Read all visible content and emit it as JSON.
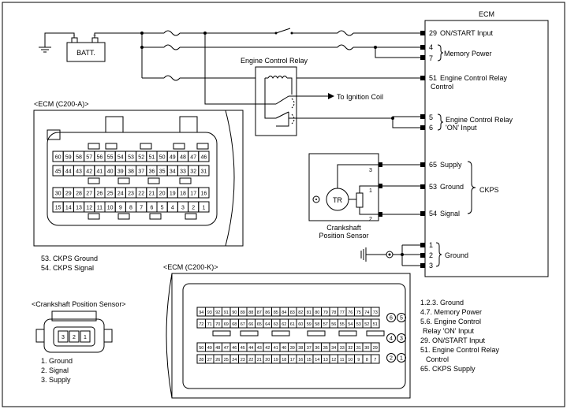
{
  "ecm": {
    "title": "ECM",
    "pins": [
      {
        "num": "29",
        "label": "ON/START Input"
      },
      {
        "num": "4",
        "label": ""
      },
      {
        "num": "7",
        "label": ""
      },
      {
        "num": "51",
        "label": "Engine Control Relay"
      },
      {
        "num": "5",
        "label": ""
      },
      {
        "num": "6",
        "label": ""
      },
      {
        "num": "65",
        "label": "Supply"
      },
      {
        "num": "53",
        "label": "Ground"
      },
      {
        "num": "54",
        "label": "Signal"
      },
      {
        "num": "1",
        "label": ""
      },
      {
        "num": "2",
        "label": "Ground"
      },
      {
        "num": "3",
        "label": ""
      }
    ],
    "memory_power": "Memory Power",
    "relay_line2": "Control",
    "relay_on_line1": "Engine Control Relay",
    "relay_on_line2": "'ON' Input",
    "on_pin5": "5",
    "on_pin6": "6",
    "ckps": "CKPS"
  },
  "battery": {
    "label": "BATT.",
    "neg": "-",
    "pos": "+"
  },
  "relay": {
    "title": "Engine Control Relay"
  },
  "ignition": {
    "label": "To Ignition Coil"
  },
  "sensor": {
    "title_line1": "Crankshaft",
    "title_line2": "Position Sensor",
    "element": "TR",
    "pin3": "3",
    "pin1": "1",
    "pin2": "2"
  },
  "connector_a": {
    "title": "<ECM (C200-A)>",
    "rows": [
      [
        "60",
        "59",
        "58",
        "57",
        "56",
        "55",
        "54",
        "53",
        "52",
        "51",
        "50",
        "49",
        "48",
        "47",
        "46"
      ],
      [
        "45",
        "44",
        "43",
        "42",
        "41",
        "40",
        "39",
        "38",
        "37",
        "36",
        "35",
        "34",
        "33",
        "32",
        "31"
      ],
      [
        "30",
        "29",
        "28",
        "27",
        "26",
        "25",
        "24",
        "23",
        "22",
        "21",
        "20",
        "19",
        "18",
        "17",
        "16"
      ],
      [
        "15",
        "14",
        "13",
        "12",
        "11",
        "10",
        "9",
        "8",
        "7",
        "6",
        "5",
        "4",
        "3",
        "2",
        "1"
      ]
    ],
    "notes": [
      "53. CKPS Ground",
      "54. CKPS Signal"
    ]
  },
  "connector_k": {
    "title": "<ECM (C200-K)>",
    "rows": [
      [
        "94",
        "93",
        "92",
        "91",
        "90",
        "89",
        "88",
        "87",
        "86",
        "85",
        "84",
        "83",
        "82",
        "81",
        "80",
        "79",
        "78",
        "77",
        "76",
        "75",
        "74",
        "73"
      ],
      [
        "72",
        "71",
        "70",
        "69",
        "68",
        "67",
        "66",
        "65",
        "64",
        "63",
        "62",
        "61",
        "60",
        "59",
        "58",
        "57",
        "56",
        "55",
        "54",
        "53",
        "52",
        "51"
      ],
      [
        "50",
        "49",
        "48",
        "47",
        "46",
        "45",
        "44",
        "43",
        "42",
        "41",
        "40",
        "39",
        "38",
        "37",
        "36",
        "35",
        "34",
        "33",
        "32",
        "31",
        "30",
        "29"
      ],
      [
        "28",
        "27",
        "26",
        "25",
        "24",
        "23",
        "22",
        "21",
        "20",
        "19",
        "18",
        "17",
        "16",
        "15",
        "14",
        "13",
        "12",
        "11",
        "10",
        "9",
        "8",
        "7"
      ]
    ],
    "side_pins": [
      "6",
      "5",
      "4",
      "3",
      "2",
      "1"
    ],
    "notes": [
      "1.2.3. Ground",
      "4.7. Memory Power",
      "5.6. Engine Control",
      " Relay 'ON' Input",
      "29. ON/START Input",
      "51. Engine Control Relay",
      " Control",
      "65. CKPS Supply"
    ]
  },
  "ckp_connector": {
    "title": "<Crankshaft Position Sensor>",
    "pins": [
      "3",
      "2",
      "1"
    ],
    "notes": [
      "1. Ground",
      "2. Signal",
      "3. Supply"
    ]
  }
}
